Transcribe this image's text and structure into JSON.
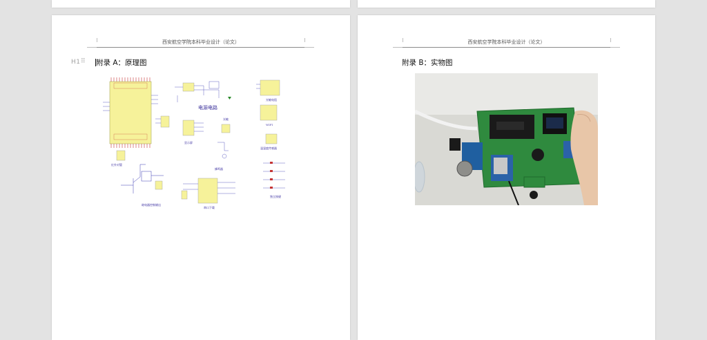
{
  "document": {
    "header_text": "西安航空学院本科毕业设计（论文）",
    "heading_marker": "H1",
    "drag_handle": "⠿"
  },
  "appendix_a": {
    "title": "附录 A：原理图",
    "labels": {
      "power": "电源电路",
      "display": "显示屏",
      "wifi": "WIFI",
      "buzzer": "蜂鸣器",
      "gas": "光敏",
      "ir": "红外对管",
      "relay": "继电器控制输出",
      "keys": "独立按键",
      "temp": "温湿度传感器",
      "sensor": "光敏电阻",
      "ch340": "串口下载"
    }
  },
  "appendix_b": {
    "title": "附录 B：实物图"
  },
  "colors": {
    "page": "#ffffff",
    "background": "#e3e3e3",
    "schematic_yellow": "#f6f29a",
    "schematic_wire": "#3b3bb5",
    "schematic_red": "#c43434",
    "pcb_green": "#2f8a3e"
  }
}
